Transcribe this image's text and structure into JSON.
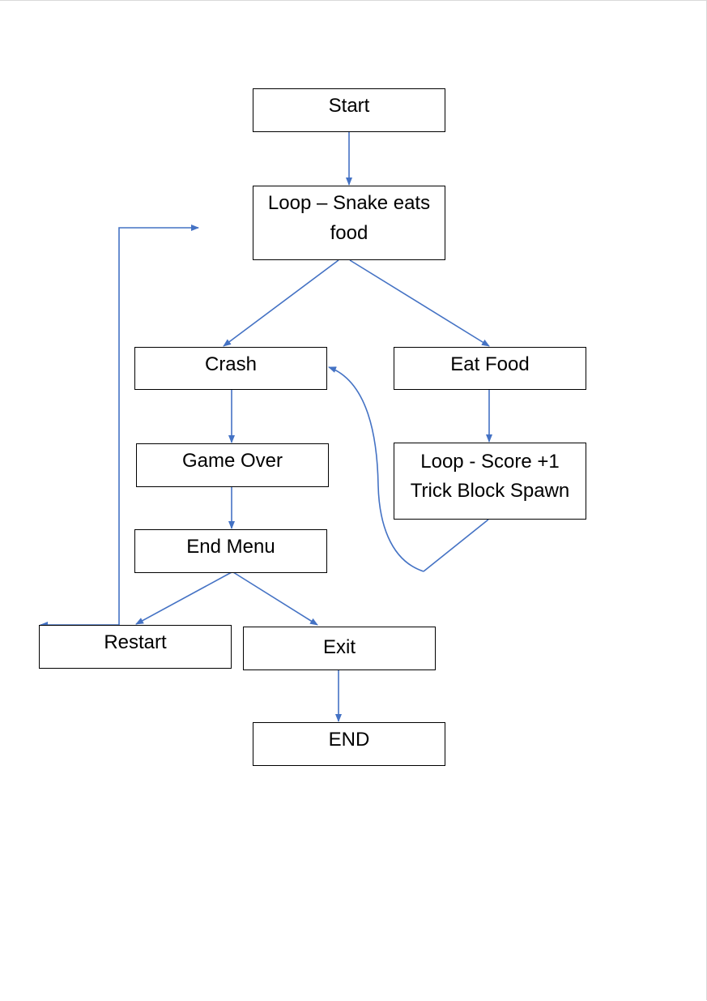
{
  "colors": {
    "arrow": "#4472c4",
    "box_border": "#000000",
    "text": "#000000",
    "background": "#ffffff"
  },
  "nodes": {
    "start": "Start",
    "loop": "Loop – Snake eats\nfood",
    "crash": "Crash",
    "eat_food": "Eat Food",
    "game_over": "Game Over",
    "score": "Loop - Score +1\nTrick Block Spawn",
    "end_menu": "End Menu",
    "restart": "Restart",
    "exit": "Exit",
    "end": "END"
  },
  "edges": [
    {
      "from": "start",
      "to": "loop"
    },
    {
      "from": "loop",
      "to": "crash"
    },
    {
      "from": "loop",
      "to": "eat_food"
    },
    {
      "from": "crash",
      "to": "game_over"
    },
    {
      "from": "eat_food",
      "to": "score"
    },
    {
      "from": "game_over",
      "to": "end_menu"
    },
    {
      "from": "end_menu",
      "to": "restart"
    },
    {
      "from": "end_menu",
      "to": "exit"
    },
    {
      "from": "exit",
      "to": "end"
    },
    {
      "from": "score",
      "to": "crash"
    },
    {
      "from": "restart",
      "to": "loop"
    }
  ]
}
